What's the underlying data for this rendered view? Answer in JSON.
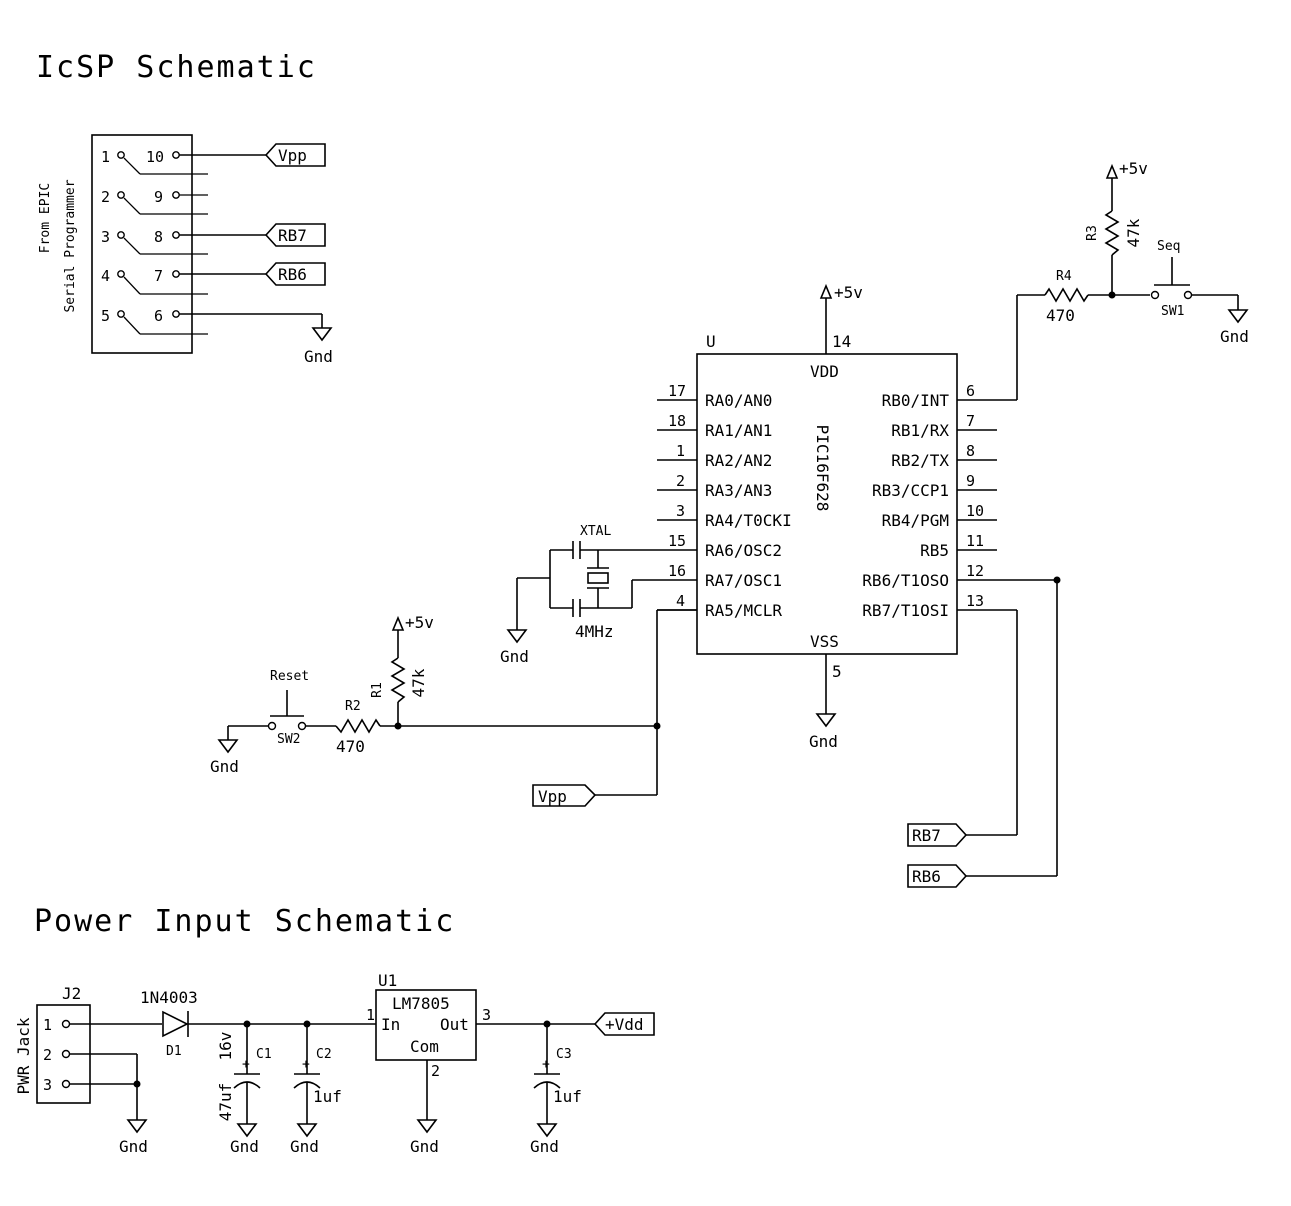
{
  "titles": {
    "icsp": "IcSP Schematic",
    "power": "Power Input Schematic"
  },
  "connector": {
    "side_label_1": "From EPIC",
    "side_label_2": "Serial Programmer",
    "pins_left": [
      "1",
      "2",
      "3",
      "4",
      "5"
    ],
    "pins_right": [
      "10",
      "9",
      "8",
      "7",
      "6"
    ]
  },
  "net_labels": {
    "vpp": "Vpp",
    "rb7": "RB7",
    "rb6": "RB6",
    "vdd": "+Vdd"
  },
  "power_symbols": {
    "plus5v": "+5v",
    "gnd": "Gnd"
  },
  "mcu": {
    "ref": "U",
    "part": "PIC16F628",
    "vdd_label": "VDD",
    "vss_label": "VSS",
    "vdd_pin": "14",
    "vss_pin": "5",
    "left_pins": [
      {
        "num": "17",
        "name": "RA0/AN0"
      },
      {
        "num": "18",
        "name": "RA1/AN1"
      },
      {
        "num": "1",
        "name": "RA2/AN2"
      },
      {
        "num": "2",
        "name": "RA3/AN3"
      },
      {
        "num": "3",
        "name": "RA4/T0CKI"
      },
      {
        "num": "15",
        "name": "RA6/OSC2"
      },
      {
        "num": "16",
        "name": "RA7/OSC1"
      },
      {
        "num": "4",
        "name": "RA5/MCLR"
      }
    ],
    "right_pins": [
      {
        "num": "6",
        "name": "RB0/INT"
      },
      {
        "num": "7",
        "name": "RB1/RX"
      },
      {
        "num": "8",
        "name": "RB2/TX"
      },
      {
        "num": "9",
        "name": "RB3/CCP1"
      },
      {
        "num": "10",
        "name": "RB4/PGM"
      },
      {
        "num": "11",
        "name": "RB5"
      },
      {
        "num": "12",
        "name": "RB6/T1OSO"
      },
      {
        "num": "13",
        "name": "RB7/T1OSI"
      }
    ]
  },
  "crystal": {
    "label": "XTAL",
    "value": "4MHz"
  },
  "resistors": {
    "r1": {
      "ref": "R1",
      "value": "47k"
    },
    "r2": {
      "ref": "R2",
      "value": "470"
    },
    "r3": {
      "ref": "R3",
      "value": "47k"
    },
    "r4": {
      "ref": "R4",
      "value": "470"
    }
  },
  "switches": {
    "sw1": {
      "ref": "SW1",
      "label": "Seq"
    },
    "sw2": {
      "ref": "SW2",
      "label": "Reset"
    }
  },
  "power_section": {
    "jack_ref": "J2",
    "jack_label": "PWR Jack",
    "jack_pins": [
      "1",
      "2",
      "3"
    ],
    "diode_part": "1N4003",
    "diode_ref": "D1",
    "reg_ref": "U1",
    "reg_part": "LM7805",
    "reg_in": "In",
    "reg_out": "Out",
    "reg_com": "Com",
    "reg_pin_in": "1",
    "reg_pin_out": "3",
    "reg_pin_com": "2",
    "c1": {
      "ref": "C1",
      "value": "47uf",
      "rating": "16v"
    },
    "c2": {
      "ref": "C2",
      "value": "1uf"
    },
    "c3": {
      "ref": "C3",
      "value": "1uf"
    }
  }
}
